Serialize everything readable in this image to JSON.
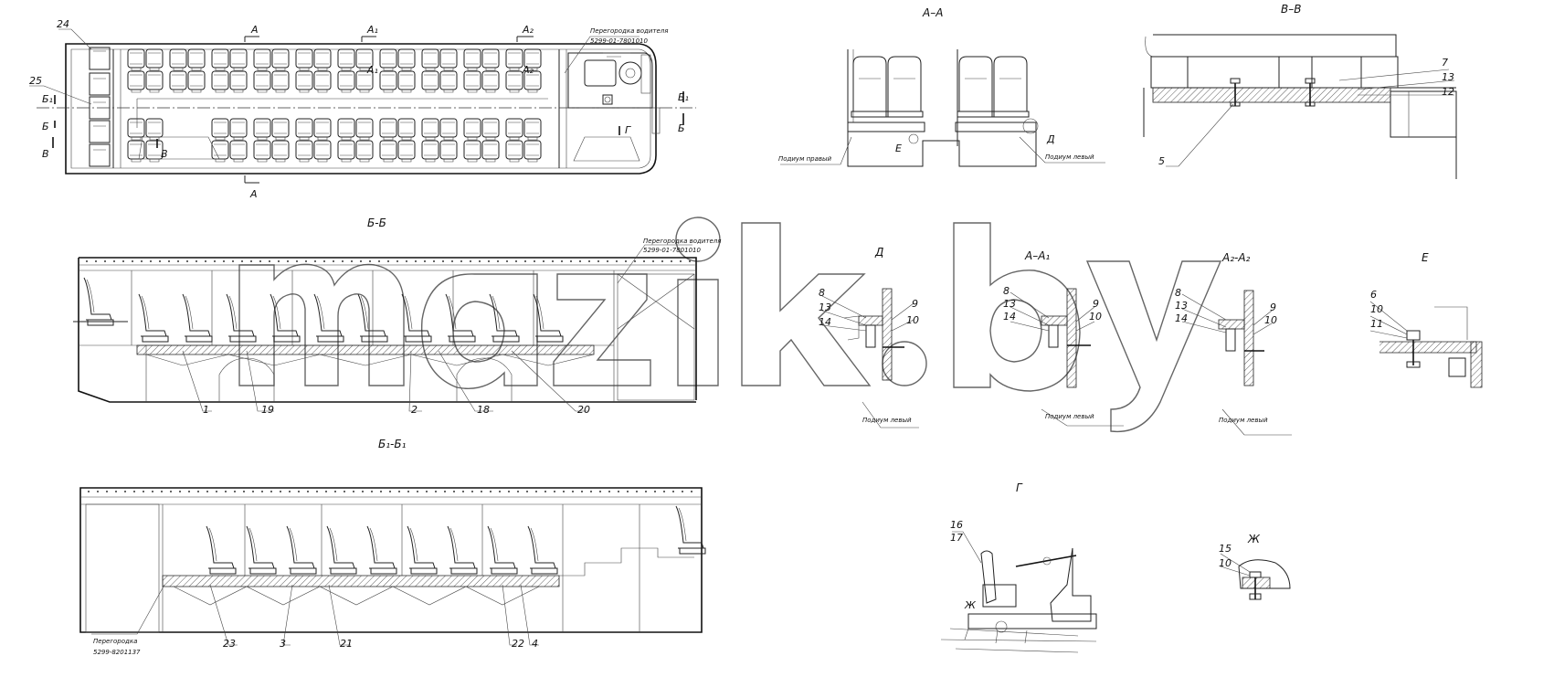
{
  "views": {
    "aa": "A–A",
    "vv": "B–B",
    "bb": "Б-Б",
    "b1b1": "Б₁-Б₁",
    "d": "Д",
    "a1": "А–А₁",
    "a2": "А₂-А₂",
    "e": "Е",
    "g": "Г",
    "zh": "Ж"
  },
  "section_marks": {
    "a": "А",
    "a1": "А₁",
    "a2": "А₂",
    "b": "Б",
    "b1": "Б₁",
    "v": "В",
    "g": "Г",
    "d": "Д",
    "e": "Е",
    "zh": "Ж"
  },
  "notes": {
    "driver_partition": "Перегородка водителя",
    "driver_partition_code": "5299-01-7801010",
    "partition": "Перегородка",
    "partition_code": "5299-8201137",
    "podium_right": "Подиум правый",
    "podium_left": "Подиум левый"
  },
  "callouts": {
    "c1": "1",
    "c2": "2",
    "c3": "3",
    "c4": "4",
    "c5": "5",
    "c6": "6",
    "c7": "7",
    "c8": "8",
    "c9": "9",
    "c10": "10",
    "c11": "11",
    "c12": "12",
    "c13": "13",
    "c14": "14",
    "c15": "15",
    "c16": "16",
    "c17": "17",
    "c18": "18",
    "c19": "19",
    "c20": "20",
    "c21": "21",
    "c22": "22",
    "c23": "23",
    "c24": "24",
    "c25": "25"
  },
  "watermark": "maz-ik.by"
}
